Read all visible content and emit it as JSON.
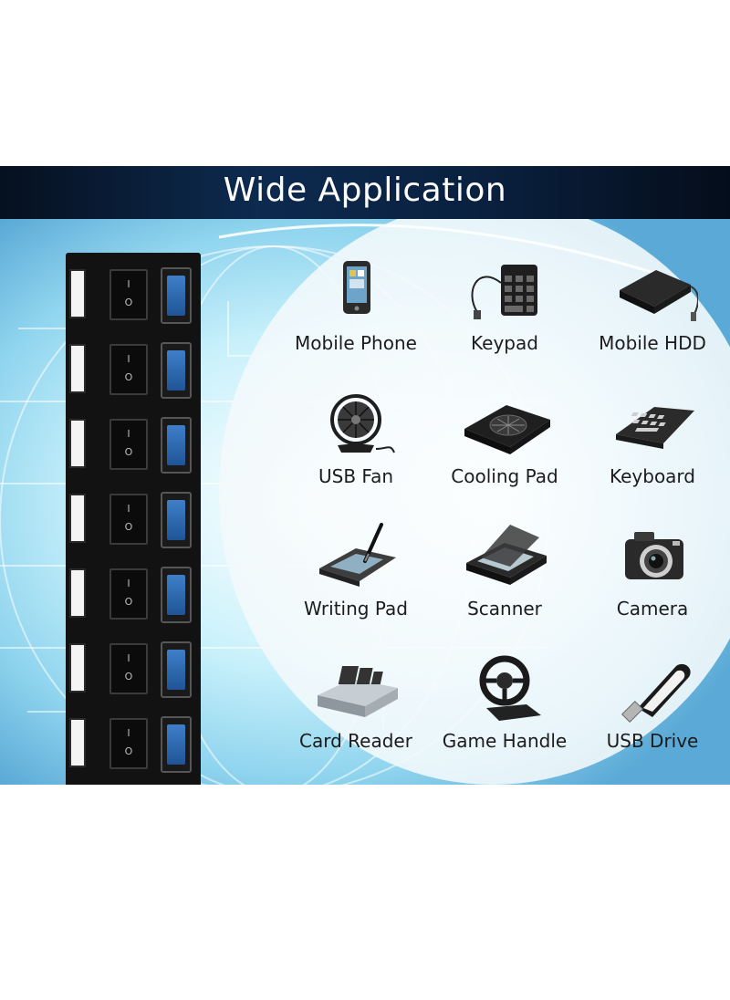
{
  "header": {
    "title": "Wide Application"
  },
  "hub": {
    "switch_on_mark": "I",
    "switch_off_mark": "O",
    "port_count_visible": 7
  },
  "devices": [
    {
      "label": "Mobile Phone",
      "icon": "mobile-phone-icon"
    },
    {
      "label": "Keypad",
      "icon": "keypad-icon"
    },
    {
      "label": "Mobile HDD",
      "icon": "mobile-hdd-icon"
    },
    {
      "label": "USB Fan",
      "icon": "usb-fan-icon"
    },
    {
      "label": "Cooling Pad",
      "icon": "cooling-pad-icon"
    },
    {
      "label": "Keyboard",
      "icon": "keyboard-icon"
    },
    {
      "label": "Writing Pad",
      "icon": "writing-pad-icon"
    },
    {
      "label": "Scanner",
      "icon": "scanner-icon"
    },
    {
      "label": "Camera",
      "icon": "camera-icon"
    },
    {
      "label": "Card Reader",
      "icon": "card-reader-icon"
    },
    {
      "label": "Game Handle",
      "icon": "game-handle-icon"
    },
    {
      "label": "USB Drive",
      "icon": "usb-drive-icon"
    }
  ],
  "colors": {
    "header_bg": "#0d2a4f",
    "globe_glow": "#7fd3f0",
    "usb_blue": "#3e7fc9",
    "hub_body": "#121212"
  }
}
